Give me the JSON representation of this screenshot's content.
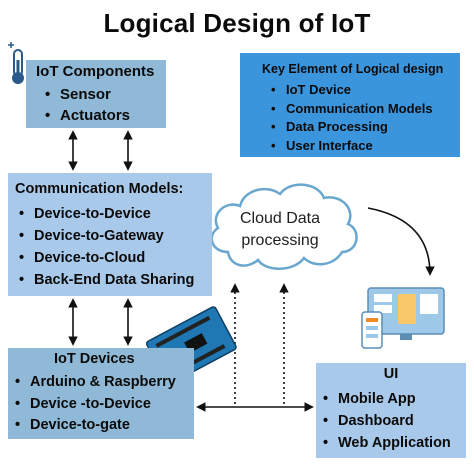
{
  "title": "Logical Design of IoT",
  "components": {
    "heading": "IoT Components",
    "items": [
      "Sensor",
      "Actuators"
    ],
    "icon": "thermometer-icon"
  },
  "key_elements": {
    "heading": "Key Element of Logical design",
    "items": [
      "IoT Device",
      "Communication Models",
      "Data Processing",
      "User Interface"
    ],
    "icon": "lightbulb-icon"
  },
  "communication": {
    "heading": "Communication Models:",
    "items": [
      "Device-to-Device",
      "Device-to-Gateway",
      "Device-to-Cloud",
      "Back-End Data Sharing"
    ]
  },
  "cloud": {
    "line1": "Cloud Data",
    "line2": "processing"
  },
  "devices": {
    "heading": "IoT Devices",
    "items": [
      "Arduino & Raspberry",
      "Device -to-Device",
      "Device-to-gate"
    ],
    "icon": "arduino-board-icon"
  },
  "ui": {
    "heading": "UI",
    "items": [
      "Mobile App",
      "Dashboard",
      "Web Application"
    ],
    "icon": "dashboard-screen-icon"
  },
  "colors": {
    "box_dark": "#8fb9d6",
    "box_light": "#a9c9ea",
    "box_key": "#3b95dd",
    "cloud_stroke": "#6aa7cf"
  }
}
